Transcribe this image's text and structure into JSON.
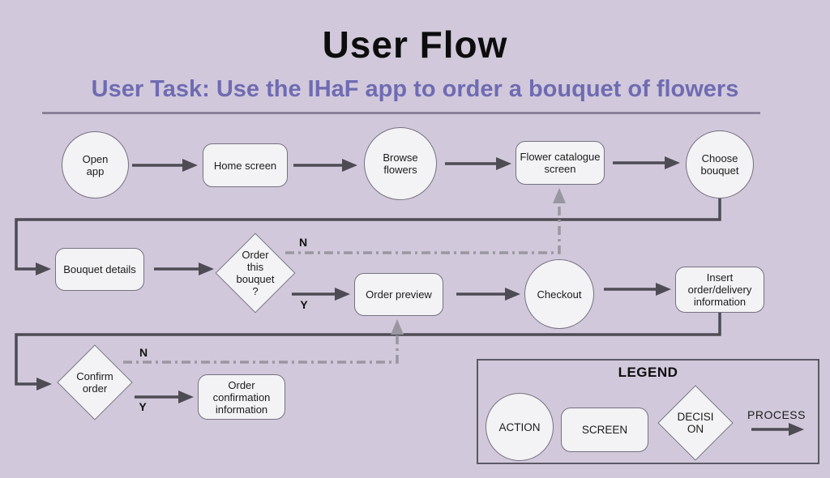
{
  "title": "User Flow",
  "subtitle": "User Task: Use the IHaF app to order a bouquet of flowers",
  "colors": {
    "background": "#d1c9db",
    "shape_fill": "#f3f2f4",
    "shape_border": "#767180",
    "connector": "#4e4b54",
    "dashed_connector": "#9a96a1",
    "divider": "#8b8198",
    "title_text": "#0d0d0d",
    "subtitle_text": "#6f6bb2",
    "node_text": "#1b1b1b"
  },
  "flow": {
    "nodes": {
      "open_app": {
        "type": "action",
        "label": "Open\napp"
      },
      "home_screen": {
        "type": "screen",
        "label": "Home screen"
      },
      "browse_flowers": {
        "type": "action",
        "label": "Browse\nflowers"
      },
      "flower_catalogue_screen": {
        "type": "screen",
        "label": "Flower catalogue\nscreen"
      },
      "choose_bouquet": {
        "type": "action",
        "label": "Choose\nbouquet"
      },
      "bouquet_details": {
        "type": "screen",
        "label": "Bouquet details"
      },
      "order_this_bouquet": {
        "type": "decision",
        "label": "Order\nthis\nbouquet\n?"
      },
      "order_preview": {
        "type": "screen",
        "label": "Order preview"
      },
      "checkout": {
        "type": "action",
        "label": "Checkout"
      },
      "insert_order_delivery_information": {
        "type": "screen",
        "label": "Insert\norder/delivery\ninformation"
      },
      "confirm_order": {
        "type": "decision",
        "label": "Confirm\norder"
      },
      "order_confirmation_information": {
        "type": "screen",
        "label": "Order\nconfirmation\ninformation"
      }
    },
    "branch_labels": {
      "order_this_bouquet_no": "N",
      "order_this_bouquet_yes": "Y",
      "confirm_order_no": "N",
      "confirm_order_yes": "Y"
    }
  },
  "legend": {
    "title": "LEGEND",
    "items": {
      "action": "ACTION",
      "screen": "SCREEN",
      "decision": "DECISION",
      "process": "PROCESS"
    }
  }
}
